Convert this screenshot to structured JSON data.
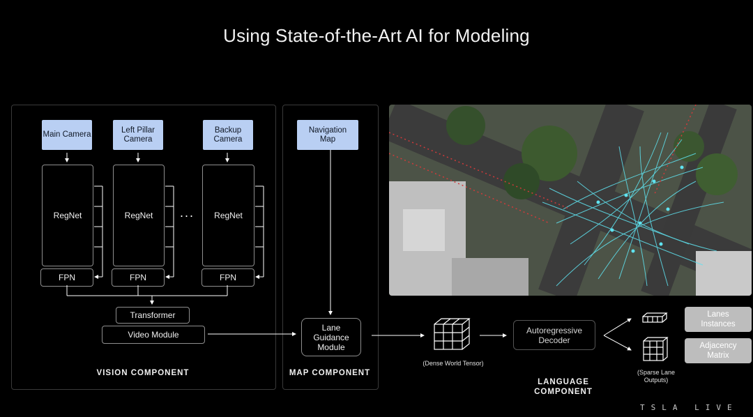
{
  "title": "Using State-of-the-Art AI for Modeling",
  "vision": {
    "cameras": [
      "Main Camera",
      "Left Pillar Camera",
      "Backup Camera"
    ],
    "backbone_label": "RegNet",
    "neck_label": "FPN",
    "ellipsis": "...",
    "transformer_label": "Transformer",
    "video_module_label": "Video Module",
    "caption": "VISION COMPONENT"
  },
  "map": {
    "navigation_map": "Navigation Map",
    "lane_guidance": "Lane Guidance Module",
    "caption": "MAP COMPONENT"
  },
  "language": {
    "dense_tensor_label": "(Dense World Tensor)",
    "decoder_label": "Autoregressive Decoder",
    "sparse_outputs_label": "(Sparse Lane Outputs)",
    "lanes_instances": "Lanes Instances",
    "adjacency_matrix": "Adjacency Matrix",
    "caption": "LANGUAGE COMPONENT"
  },
  "logo": "TSLA LIVE",
  "colors": {
    "camera_box": "#b9cff3",
    "output_box": "#bdbdbd",
    "lane_overlay": "#5fe3f0",
    "background": "#000000"
  }
}
